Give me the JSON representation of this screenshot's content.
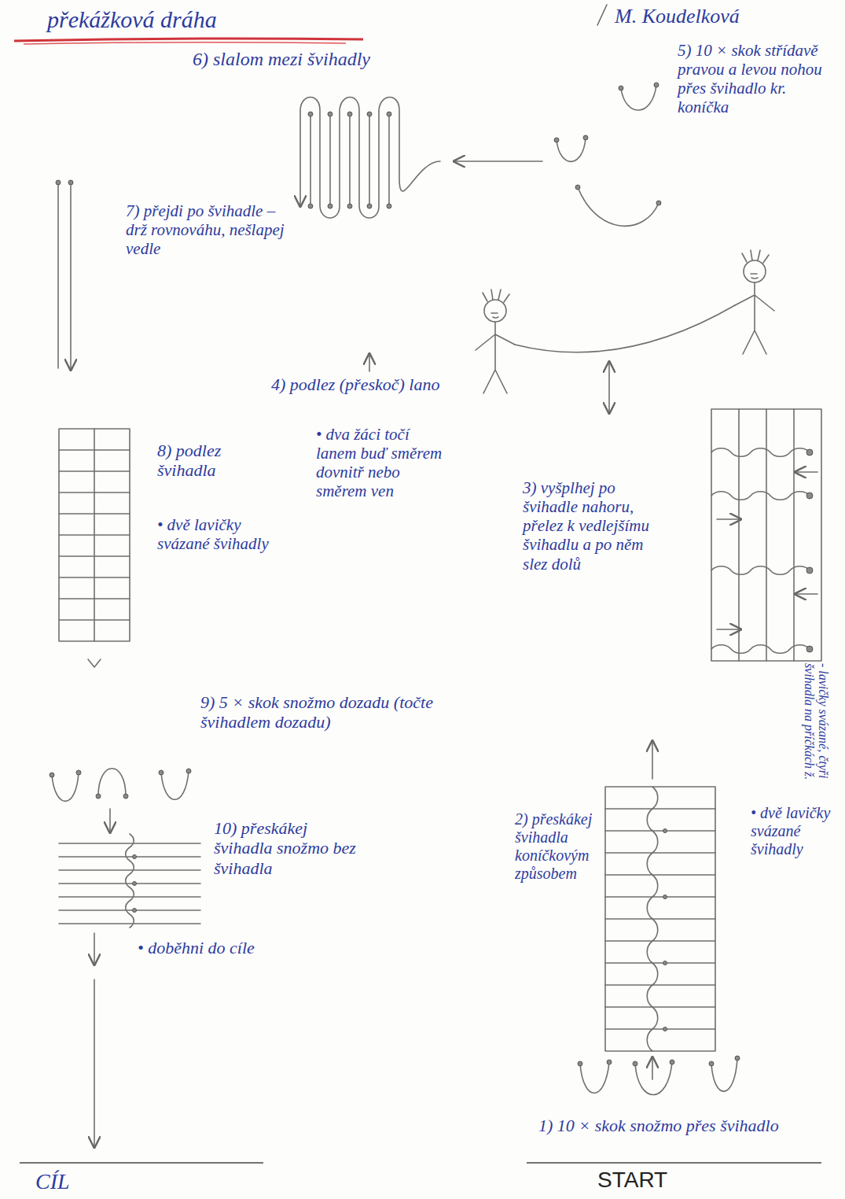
{
  "diagram": {
    "title": "překážková dráha",
    "labels": [
      "M. Koudelková",
      "6) slalom mezi švihadly",
      "5) 10 × skok střídavě pravou a levou nohou přes švihadlo kr. koníčka",
      "7) přejdi po švihadle – drž rovnováhu, nešlapej vedle",
      "4) podlez (přeskoč) lano",
      "• dva žáci točí lanem buď směrem dovnitř nebo směrem ven",
      "8) podlez švihadla",
      "• dvě lavičky svázané švihadly",
      "3) vyšplhej po švihadle nahoru, přelez k vedlejšímu švihadlu a po něm slez dolů",
      "- lavičky svázané, čtyři švihadla na příčkách ž.",
      "9) 5 × skok snožmo dozadu (točte švihadlem dozadu)",
      "10) přeskákej švihadla snožmo bez švihadla",
      "2) přeskákej švihadla koníčkovým způsobem",
      "• dvě lavičky svázané švihadly",
      "• doběhni do cíle",
      "1) 10 × skok snožmo přes švihadlo",
      "CÍL",
      "START"
    ]
  }
}
